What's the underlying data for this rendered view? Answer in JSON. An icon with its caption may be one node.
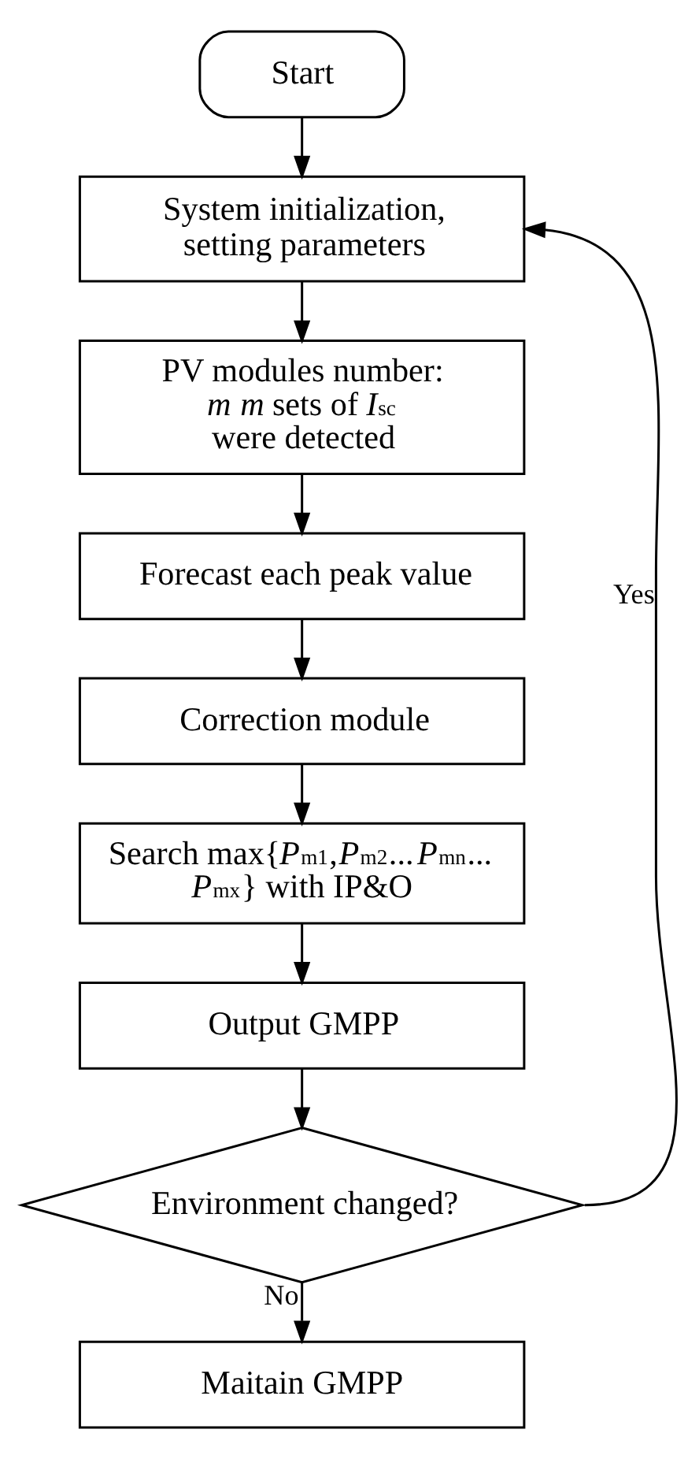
{
  "diagram": {
    "nodes": [
      {
        "text": [
          "Start"
        ]
      },
      {
        "text": [
          "System initialization, setting parameters"
        ]
      },
      {
        "text": [
          "PV modules number: *m* *m* sets of *I*$_{sc}$ were detected"
        ]
      },
      {
        "text": [
          "Forecast each peak value"
        ]
      },
      {
        "text": [
          "Correction module"
        ]
      },
      {
        "text": [
          "Search max{*P*$_{m1}$,*P*$_{m2}$...*P*$_{mn}$... *P*$_{mx}$} with IP&O"
        ]
      },
      {
        "text": [
          "Output GMPP"
        ]
      },
      {
        "text": [
          "Environment changed?"
        ]
      },
      {
        "text": [
          "Maitain GMPP"
        ]
      }
    ],
    "edges": [
      {
        "from": 0,
        "to": 1,
        "arrow": "to"
      },
      {
        "from": 1,
        "to": 2,
        "arrow": "to"
      },
      {
        "from": 2,
        "to": 3,
        "arrow": "to"
      },
      {
        "from": 3,
        "to": 4,
        "arrow": "to"
      },
      {
        "from": 4,
        "to": 5,
        "arrow": "to"
      },
      {
        "from": 5,
        "to": 6,
        "arrow": "to"
      },
      {
        "from": 6,
        "to": 7,
        "arrow": "to"
      },
      {
        "from": 7,
        "to": 8,
        "arrow": "to",
        "label": "No"
      },
      {
        "from": 7,
        "to": 1,
        "arrow": "to",
        "label": "Yes"
      }
    ]
  }
}
